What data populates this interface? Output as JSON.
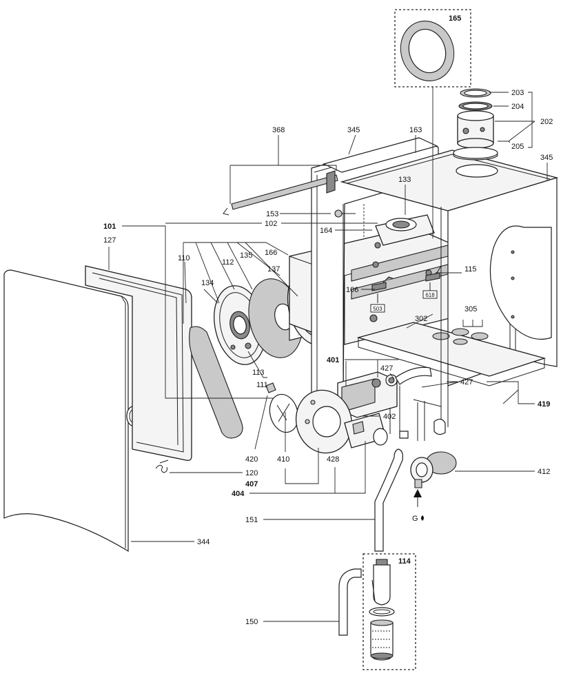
{
  "labels": {
    "l101": "101",
    "l102": "102",
    "l106": "106",
    "l110": "110",
    "l111": "111",
    "l112": "112",
    "l113": "113",
    "l114": "114",
    "l115": "115",
    "l120": "120",
    "l127": "127",
    "l133": "133",
    "l134": "134",
    "l135": "135",
    "l137": "137",
    "l150": "150",
    "l151": "151",
    "l153": "153",
    "l163": "163",
    "l164": "164",
    "l165": "165",
    "l166": "166",
    "l202": "202",
    "l203": "203",
    "l204": "204",
    "l205": "205",
    "l302": "302",
    "l305": "305",
    "l344": "344",
    "l345a": "345",
    "l345b": "345",
    "l368": "368",
    "l401": "401",
    "l402": "402",
    "l404": "404",
    "l407": "407",
    "l410": "410",
    "l412": "412",
    "l419": "419",
    "l420": "420",
    "l427a": "427",
    "l427b": "427",
    "l428": "428"
  },
  "refs": {
    "r503": "503",
    "r618": "618"
  },
  "gas_symbol": "G"
}
